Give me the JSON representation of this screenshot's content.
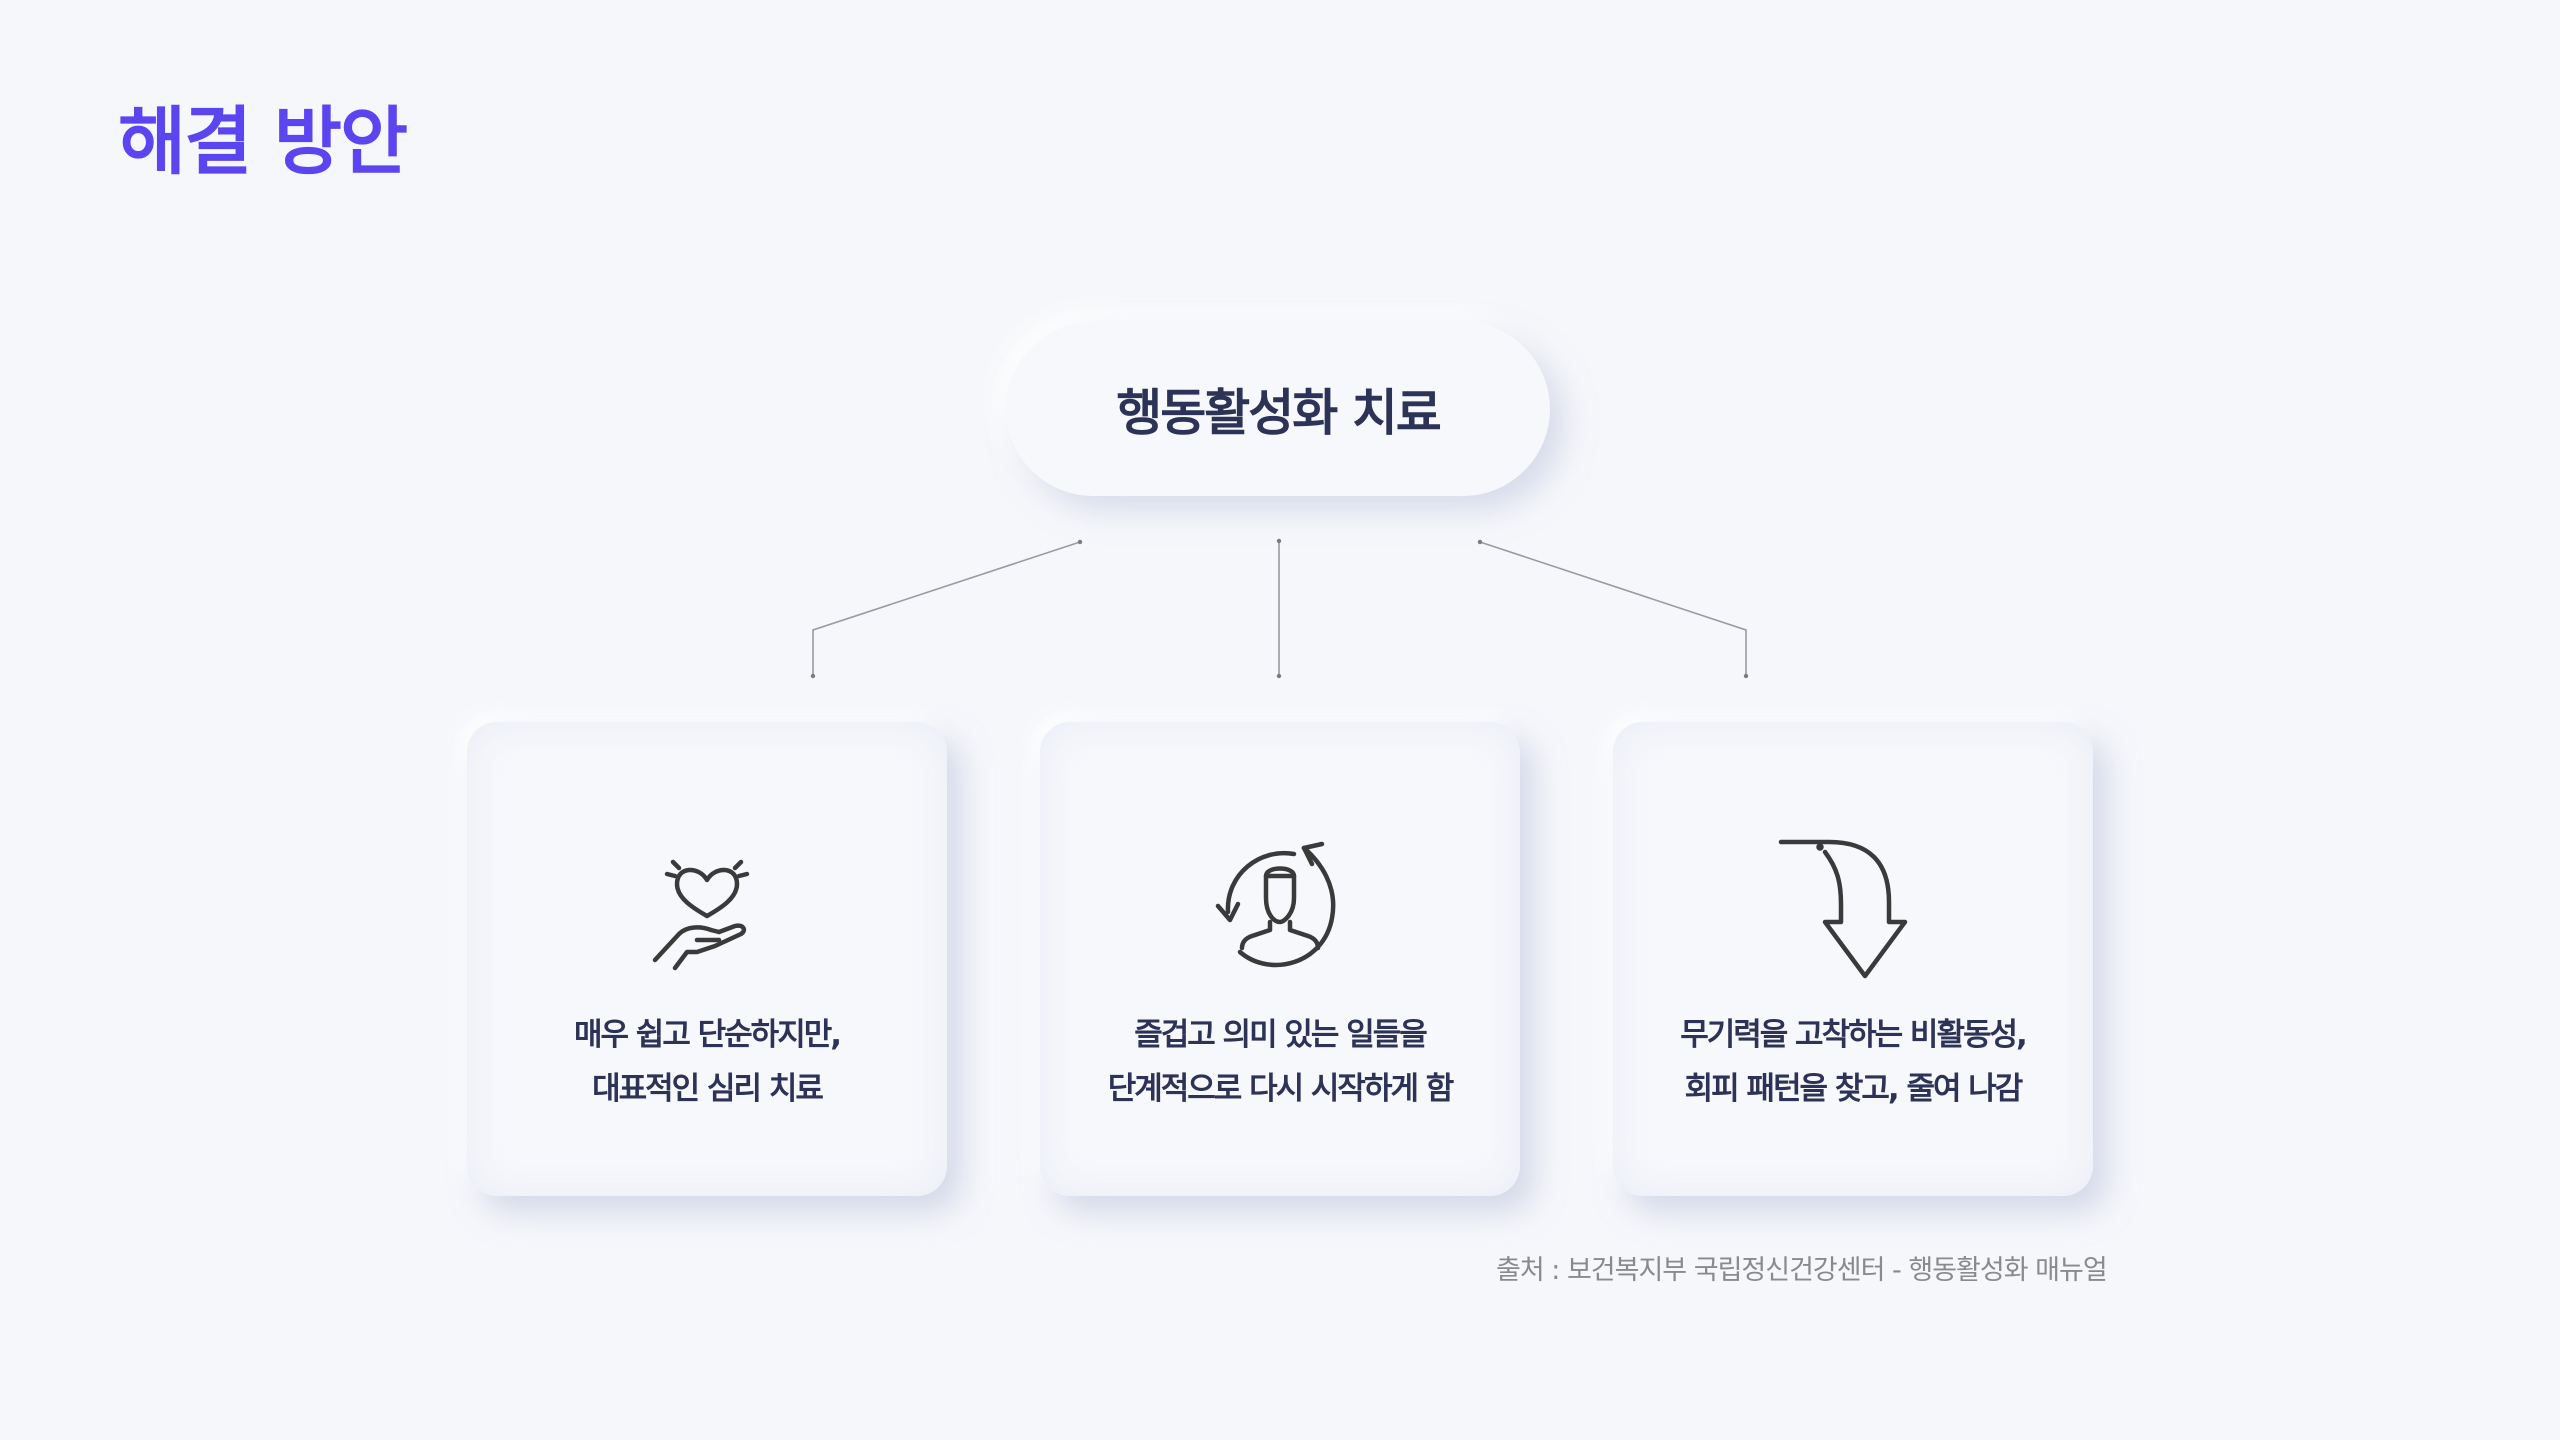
{
  "page": {
    "title": "해결 방안"
  },
  "diagram": {
    "root": {
      "label": "행동활성화 치료"
    },
    "colors": {
      "title": "#5B45F0",
      "text": "#2D3357",
      "icon_stroke": "#3A3A3A",
      "connector": "#9A9AA2",
      "background": "#F6F7FB",
      "source_text": "#8A8A8E"
    },
    "cards": [
      {
        "icon": "heart-in-hand-icon",
        "lines": [
          "매우 쉽고 단순하지만,",
          "대표적인 심리 치료"
        ]
      },
      {
        "icon": "person-cycle-icon",
        "lines": [
          "즐겁고 의미 있는 일들을",
          "단계적으로 다시 시작하게 함"
        ]
      },
      {
        "icon": "curved-down-arrow-icon",
        "lines": [
          "무기력을 고착하는 비활동성,",
          "회피 패턴을 찾고, 줄여 나감"
        ]
      }
    ]
  },
  "footer": {
    "source": "출처 : 보건복지부 국립정신건강센터 - 행동활성화 매뉴얼"
  }
}
